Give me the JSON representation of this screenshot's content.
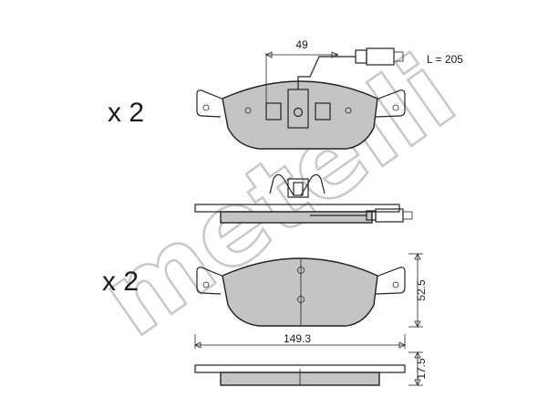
{
  "watermark": {
    "text": "metelli",
    "color": "#c8c8c8"
  },
  "quantities": {
    "top": "x 2",
    "bottom": "x 2"
  },
  "dimensions": {
    "sensor_offset": "49",
    "cable_length": "L = 205",
    "height": "52.5",
    "width": "149.3",
    "thickness": "17.5"
  },
  "colors": {
    "pad_fill": "#c4c4c4",
    "outline": "#222222"
  }
}
